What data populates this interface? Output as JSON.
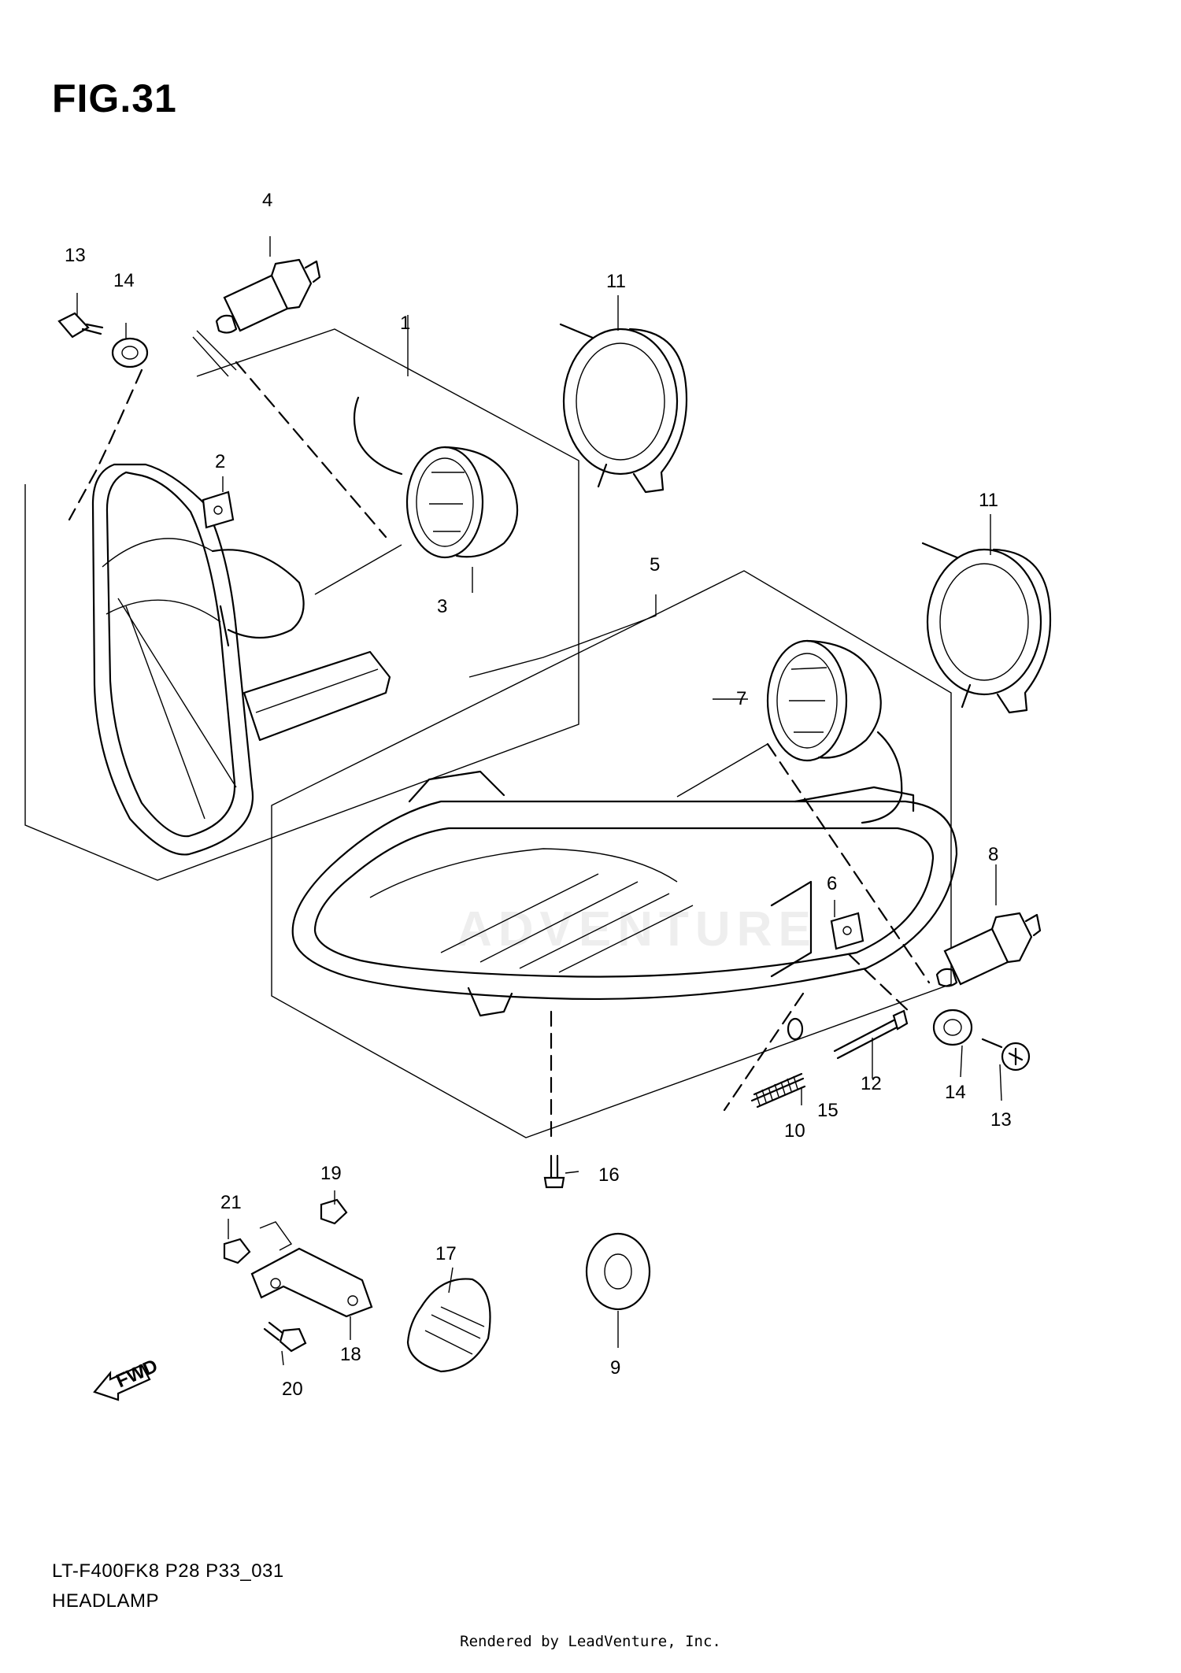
{
  "figure": {
    "title": "FIG.31"
  },
  "callouts": [
    {
      "id": "c1",
      "number": "1"
    },
    {
      "id": "c2",
      "number": "2"
    },
    {
      "id": "c3",
      "number": "3"
    },
    {
      "id": "c4",
      "number": "4"
    },
    {
      "id": "c5",
      "number": "5"
    },
    {
      "id": "c6",
      "number": "6"
    },
    {
      "id": "c7",
      "number": "7"
    },
    {
      "id": "c8",
      "number": "8"
    },
    {
      "id": "c9",
      "number": "9"
    },
    {
      "id": "c10",
      "number": "10"
    },
    {
      "id": "c11a",
      "number": "11"
    },
    {
      "id": "c11b",
      "number": "11"
    },
    {
      "id": "c12",
      "number": "12"
    },
    {
      "id": "c13a",
      "number": "13"
    },
    {
      "id": "c13b",
      "number": "13"
    },
    {
      "id": "c14a",
      "number": "14"
    },
    {
      "id": "c14b",
      "number": "14"
    },
    {
      "id": "c15",
      "number": "15"
    },
    {
      "id": "c16",
      "number": "16"
    },
    {
      "id": "c17",
      "number": "17"
    },
    {
      "id": "c18",
      "number": "18"
    },
    {
      "id": "c19",
      "number": "19"
    },
    {
      "id": "c20",
      "number": "20"
    },
    {
      "id": "c21",
      "number": "21"
    }
  ],
  "fwd_label": "FWD",
  "watermark": "ADVENTURE",
  "reference": {
    "code": "LT-F400FK8 P28 P33_031",
    "name": "HEADLAMP"
  },
  "footer": "Rendered by LeadVenture, Inc."
}
